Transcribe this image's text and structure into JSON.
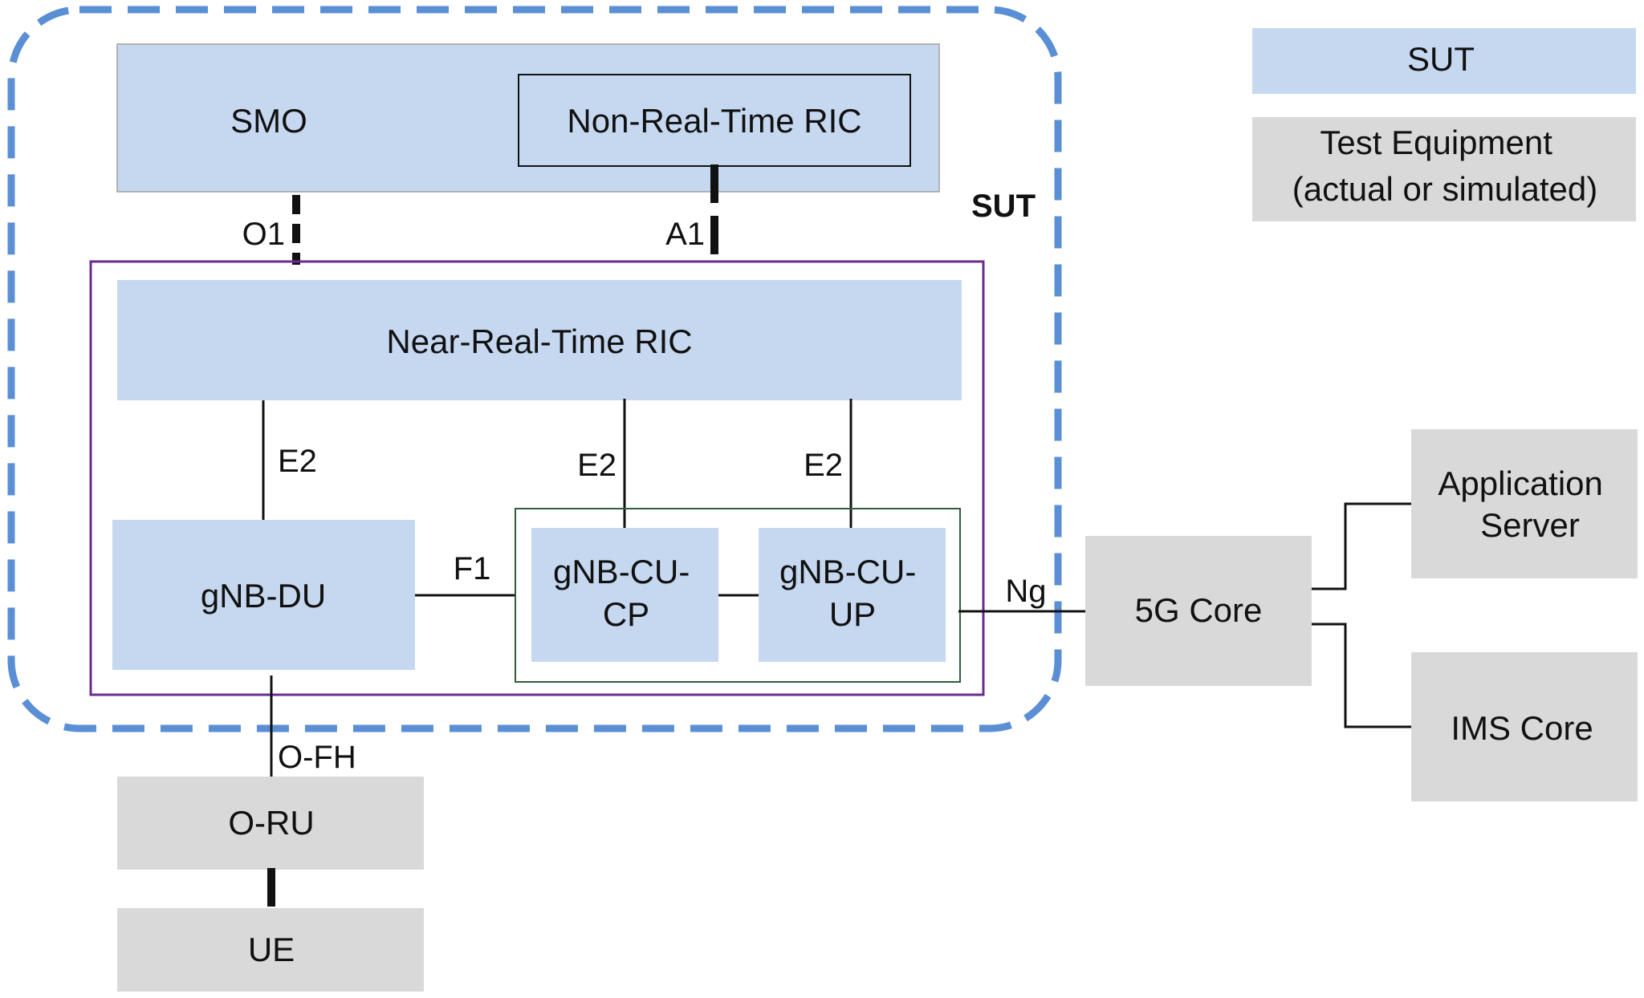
{
  "colors": {
    "sut_fill": "#c6d8f0",
    "test_fill": "#d9d9d9",
    "sut_dash": "#5a8fd6",
    "ran_border": "#6a2c91",
    "cu_border": "#2e5e3a",
    "line": "#111111"
  },
  "sut_boundary_label": "SUT",
  "legend": {
    "sut": "SUT",
    "test_line1": "Test Equipment",
    "test_line2": "(actual or simulated)"
  },
  "nodes": {
    "smo": "SMO",
    "non_rt_ric": "Non-Real-Time RIC",
    "near_rt_ric": "Near-Real-Time RIC",
    "gnb_du": "gNB-DU",
    "gnb_cu_cp_line1": "gNB-CU-",
    "gnb_cu_cp_line2": "CP",
    "gnb_cu_up_line1": "gNB-CU-",
    "gnb_cu_up_line2": "UP",
    "core_5g": "5G Core",
    "app_server_line1": "Application",
    "app_server_line2": "Server",
    "ims_core": "IMS Core",
    "o_ru": "O-RU",
    "ue": "UE"
  },
  "interfaces": {
    "o1": "O1",
    "a1": "A1",
    "e2_du": "E2",
    "e2_cp": "E2",
    "e2_up": "E2",
    "f1": "F1",
    "ng": "Ng",
    "o_fh": "O-FH"
  }
}
